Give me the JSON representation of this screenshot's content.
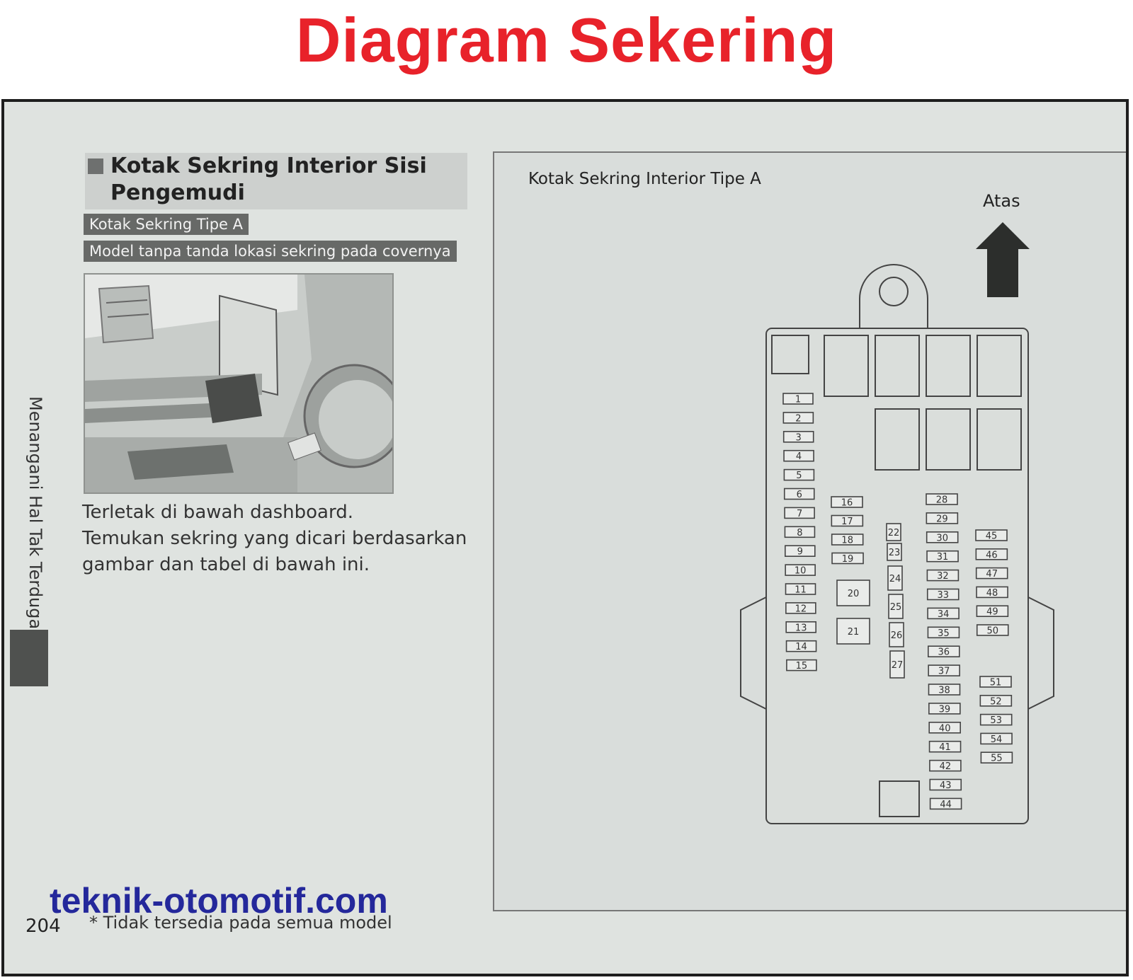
{
  "title": "Diagram Sekering",
  "section": {
    "heading_line1": "Kotak Sekring Interior Sisi",
    "heading_line2": "Pengemudi",
    "tag_type": "Kotak Sekring Tipe A",
    "tag_model": "Model tanpa tanda lokasi sekring pada covernya"
  },
  "description": {
    "line1": "Terletak di bawah dashboard.",
    "line2": "Temukan sekring yang dicari berdasarkan",
    "line3": "gambar dan tabel di bawah ini."
  },
  "sidebar_text": "Menangani Hal Tak Terduga",
  "website": "teknik-otomotif.com",
  "page_number": "204",
  "footnote": "* Tidak tersedia pada semua model",
  "diagram": {
    "title": "Kotak Sekring Interior Tipe A",
    "up_label": "Atas",
    "fuses": [
      "1",
      "2",
      "3",
      "4",
      "5",
      "6",
      "7",
      "8",
      "9",
      "10",
      "11",
      "12",
      "13",
      "14",
      "15",
      "16",
      "17",
      "18",
      "19",
      "20",
      "21",
      "22",
      "23",
      "24",
      "25",
      "26",
      "27",
      "28",
      "29",
      "30",
      "31",
      "32",
      "33",
      "34",
      "35",
      "36",
      "37",
      "38",
      "39",
      "40",
      "41",
      "42",
      "43",
      "44",
      "45",
      "46",
      "47",
      "48",
      "49",
      "50",
      "51",
      "52",
      "53",
      "54",
      "55"
    ]
  },
  "colors": {
    "title": "#e8222a",
    "website": "#24289b",
    "tag_bg": "#676967"
  }
}
